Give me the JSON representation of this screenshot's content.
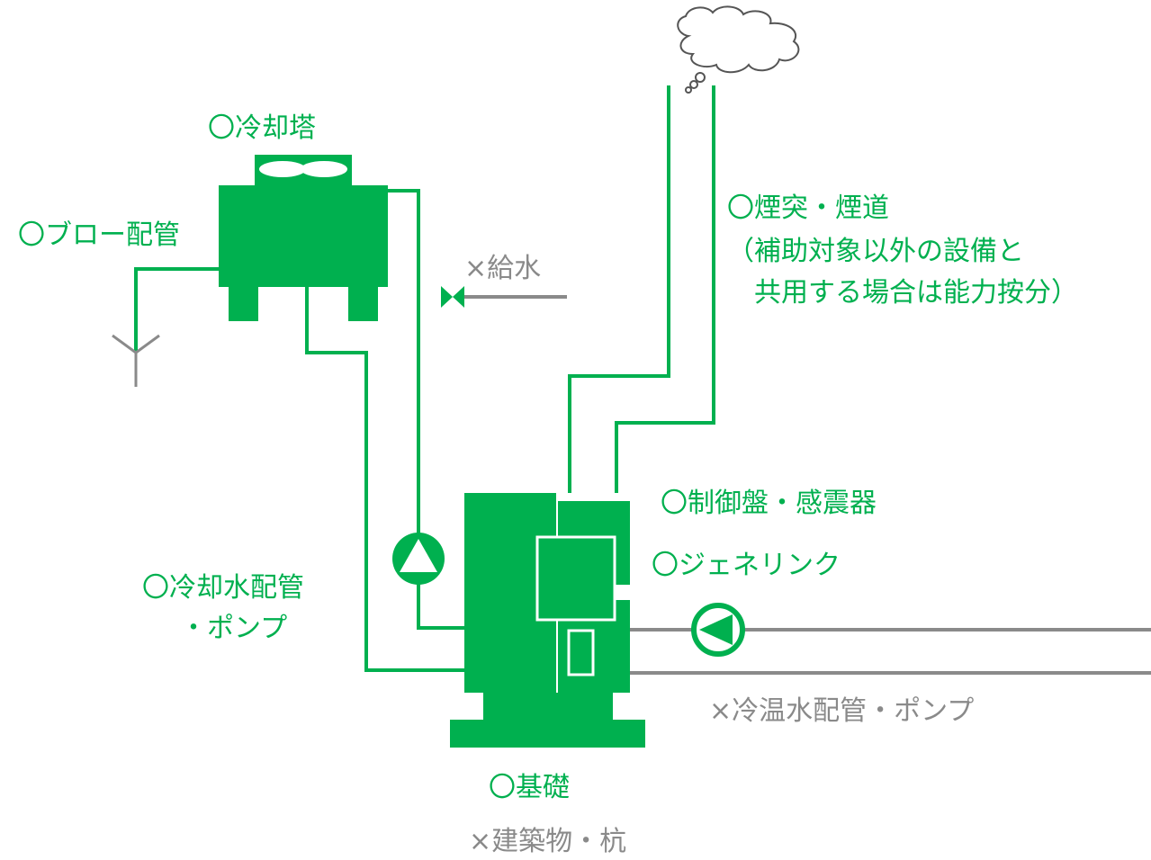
{
  "colors": {
    "accent": "#00b04f",
    "muted": "#8a8a8a",
    "background": "#ffffff"
  },
  "labels": {
    "cooling_tower": "〇冷却塔",
    "blow_pipe": "〇ブロー配管",
    "water_supply": "×給水",
    "chimney_line1": "〇煙突・煙道",
    "chimney_line2": "（補助対象以外の設備と",
    "chimney_line3": "　共用する場合は能力按分）",
    "control_panel": "〇制御盤・感震器",
    "genelink": "〇ジェネリンク",
    "cooling_water_line1": "〇冷却水配管",
    "cooling_water_line2": "・ポンプ",
    "chilled_hot_water": "×冷温水配管・ポンプ",
    "foundation": "〇基礎",
    "building": "×建築物・杭"
  },
  "icons": [
    "cooling-tower-fan-icon",
    "drain-icon",
    "valve-icon",
    "pump-icon",
    "smoke-cloud-icon"
  ]
}
